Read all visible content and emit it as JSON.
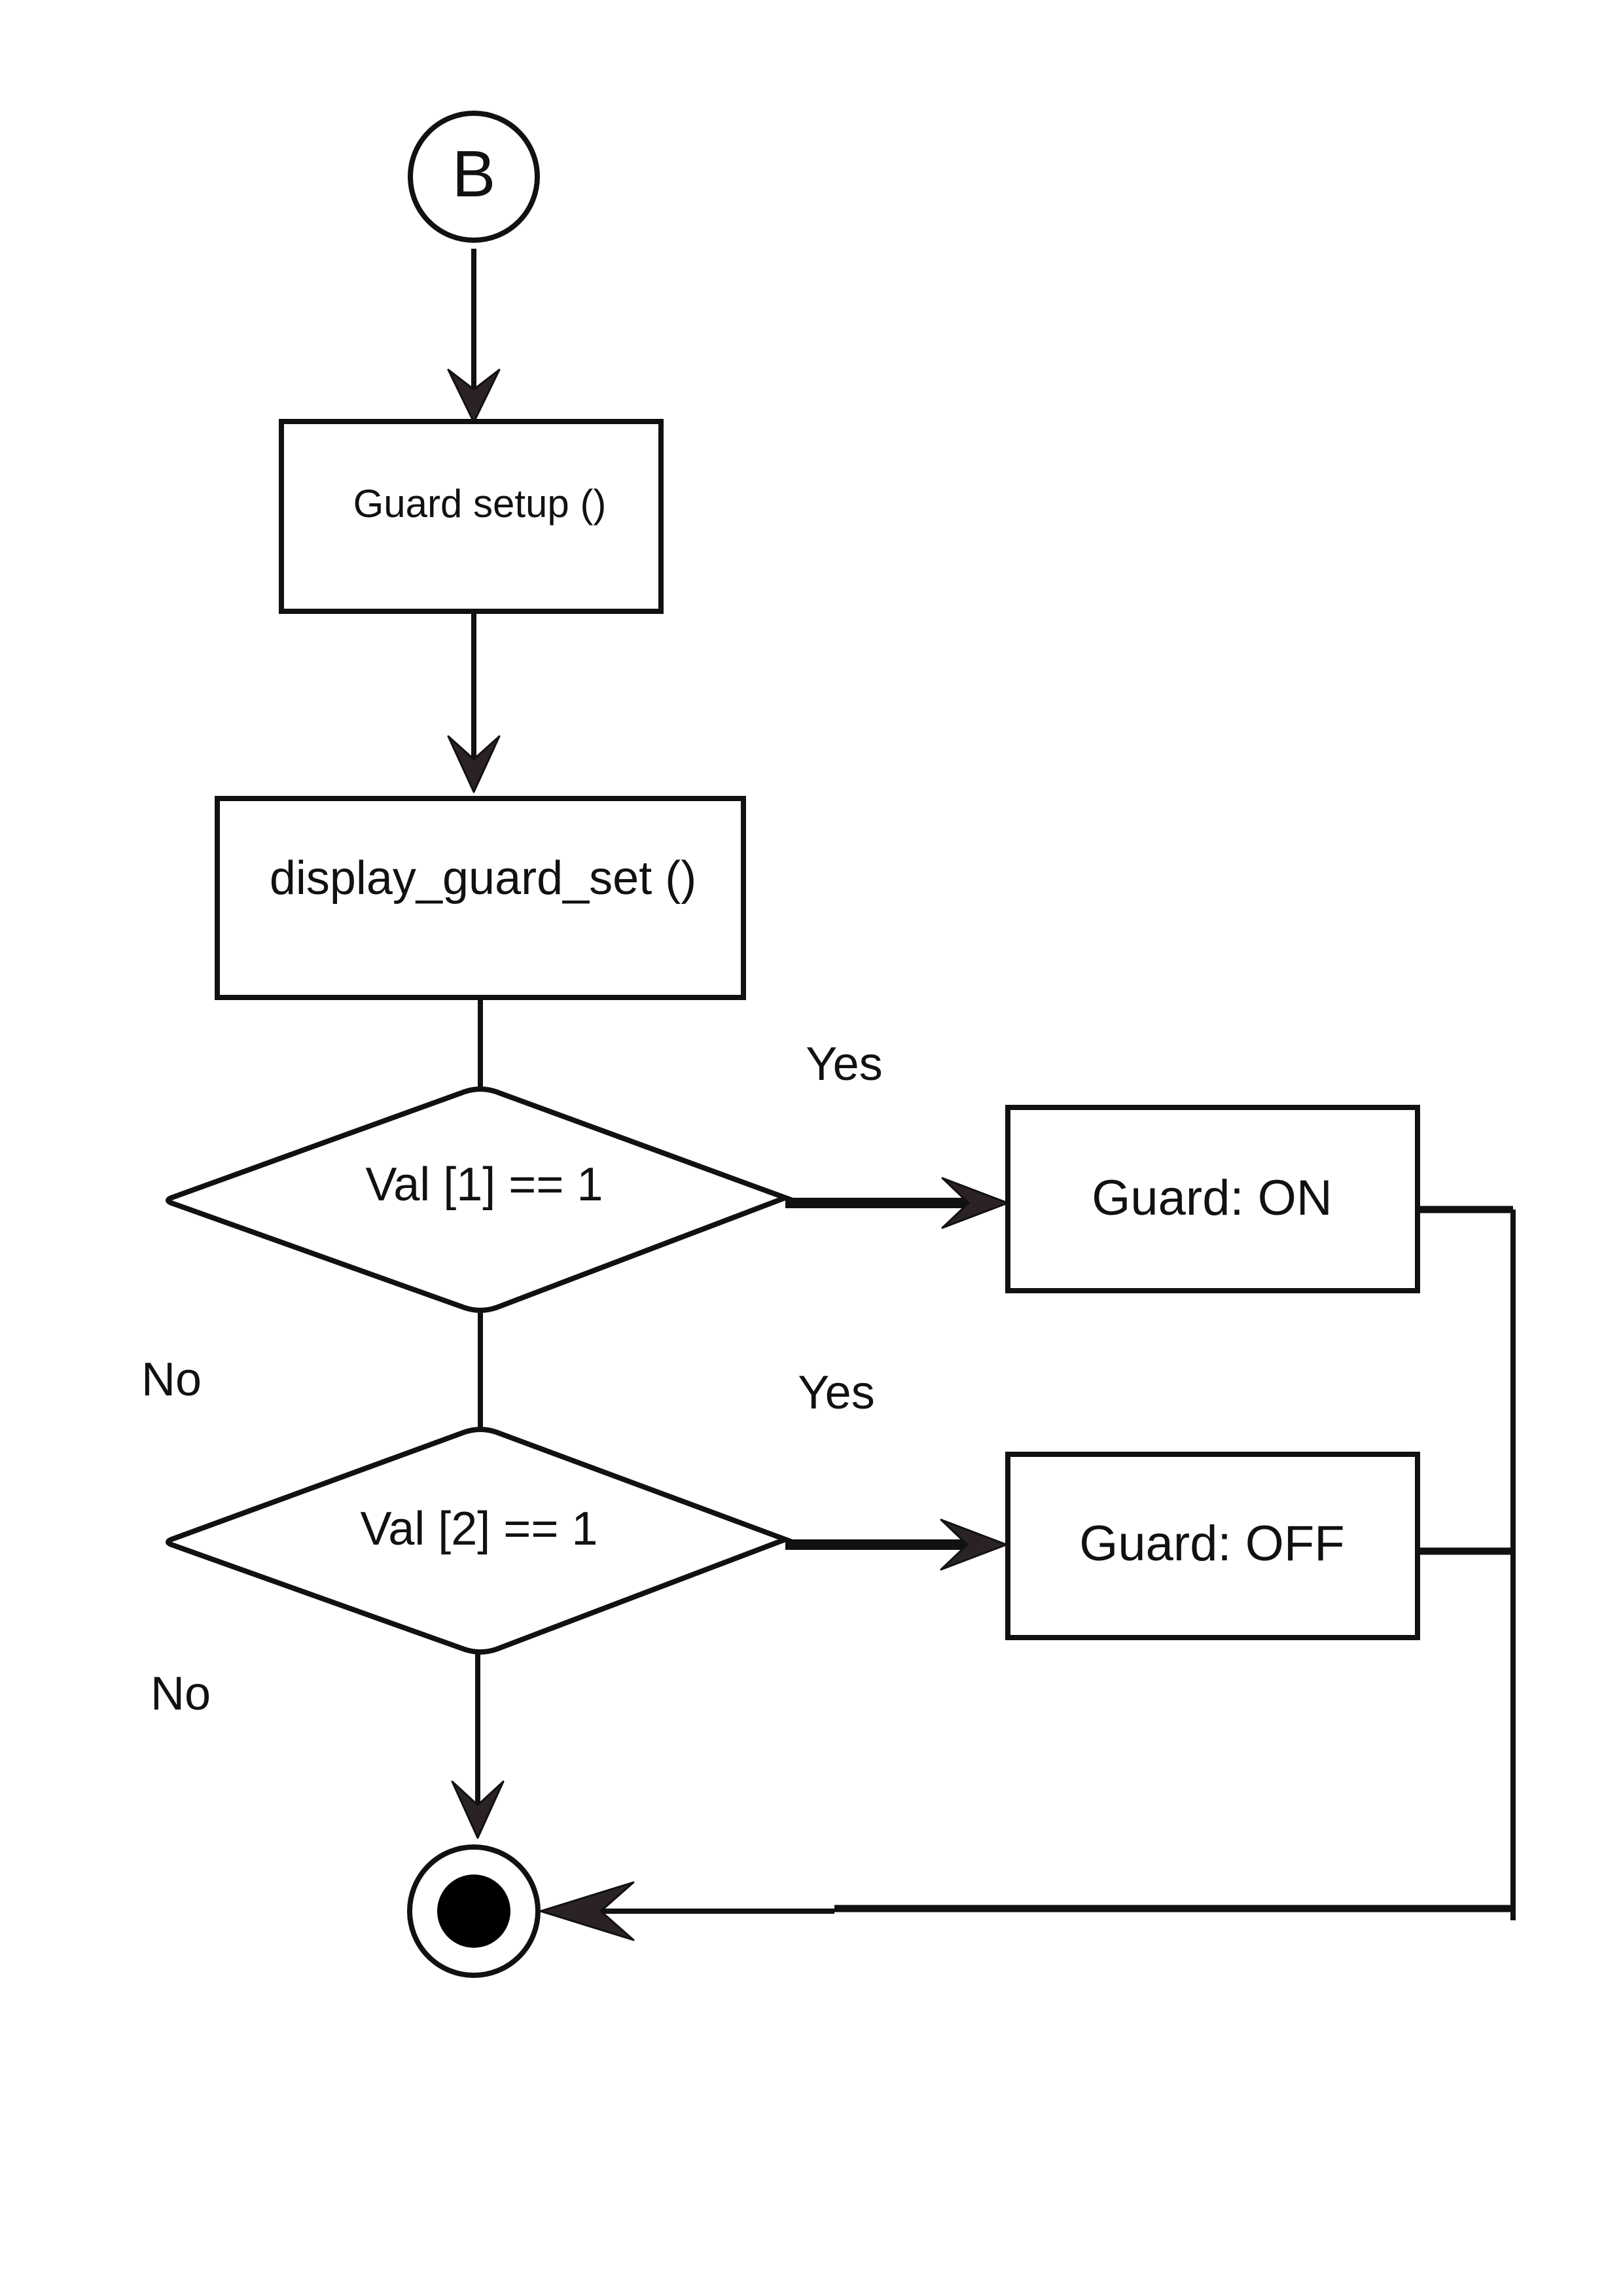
{
  "diagram": {
    "start_connector": "B",
    "nodes": {
      "guard_setup": "Guard setup ()",
      "display_guard_set": "display_guard_set ()",
      "decision_val1": "Val [1] == 1",
      "decision_val2": "Val [2] == 1",
      "guard_on": "Guard: ON",
      "guard_off": "Guard: OFF"
    },
    "edge_labels": {
      "val1_yes": "Yes",
      "val1_no": "No",
      "val2_yes": "Yes",
      "val2_no": "No"
    },
    "end_node": "final-state",
    "colors": {
      "stroke": "#111111",
      "arrowhead": "#2a2224",
      "background": "#ffffff"
    }
  }
}
